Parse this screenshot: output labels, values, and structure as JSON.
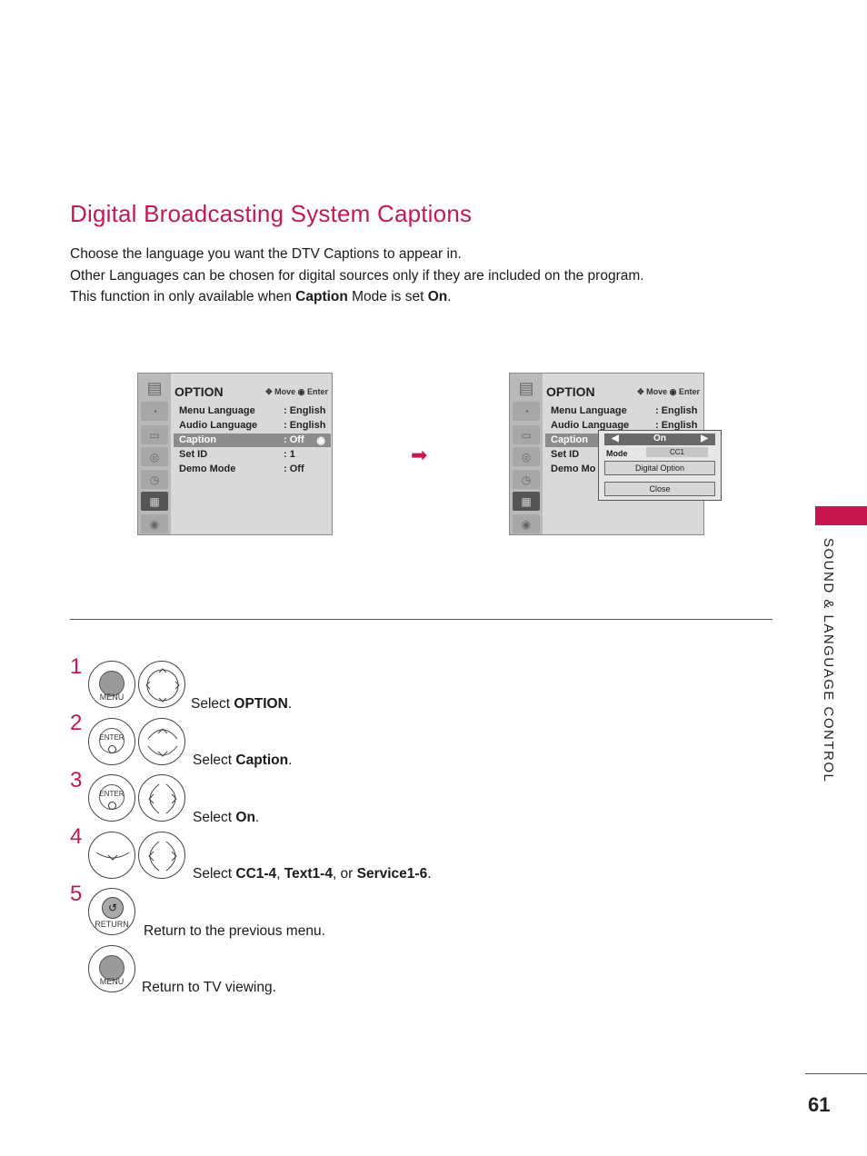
{
  "page": {
    "title": "Digital Broadcasting System Captions",
    "intro": {
      "line1": "Choose the language you want the DTV Captions to appear in.",
      "line2": "Other Languages can be chosen for digital sources only if they are included on the program.",
      "line3_a": "This function in only available when ",
      "line3_b": "Caption",
      "line3_c": " Mode is set ",
      "line3_d": "On",
      "line3_e": "."
    },
    "side_label": "SOUND & LANGUAGE CONTROL",
    "page_number": "61"
  },
  "screen1": {
    "header": "OPTION",
    "nav": "Move  ◉ Enter",
    "rows": [
      {
        "key": "Menu Language",
        "value": ": English"
      },
      {
        "key": "Audio Language",
        "value": ": English"
      },
      {
        "key": "Caption",
        "value": ": Off"
      },
      {
        "key": "Set ID",
        "value": ": 1"
      },
      {
        "key": "Demo Mode",
        "value": ": Off"
      }
    ]
  },
  "screen2": {
    "header": "OPTION",
    "nav": "Move  ◉ Enter",
    "rows": [
      {
        "key": "Menu Language",
        "value": ": English"
      },
      {
        "key": "Audio Language",
        "value": ": English"
      },
      {
        "key": "Caption",
        "value": ""
      },
      {
        "key": "Set ID",
        "value": ""
      },
      {
        "key": "Demo Mo",
        "value": ""
      }
    ],
    "popup": {
      "on_value": "On",
      "mode_label": "Mode",
      "mode_value": "CC1",
      "digital_option": "Digital Option",
      "close": "Close"
    }
  },
  "steps": [
    {
      "num": "1",
      "button": "MENU",
      "text_a": "Select ",
      "text_b": "OPTION",
      "text_c": "."
    },
    {
      "num": "2",
      "button": "ENTER",
      "text_a": "Select ",
      "text_b": "Caption",
      "text_c": "."
    },
    {
      "num": "3",
      "button": "ENTER",
      "text_a": "Select ",
      "text_b": "On",
      "text_c": "."
    },
    {
      "num": "4",
      "button": "",
      "text_a": "Select ",
      "text_b": "CC1-4",
      "text_c": ", ",
      "text_d": "Text1-4",
      "text_e": ", or ",
      "text_f": "Service1-6",
      "text_g": "."
    },
    {
      "num": "5",
      "button": "RETURN",
      "text_a": "Return to the previous menu."
    },
    {
      "num": "",
      "button": "MENU",
      "text_a": "Return to TV viewing."
    }
  ],
  "colors": {
    "accent": "#c8174f",
    "menu_bg": "#d9d9d9",
    "selected_row": "#8c8c8c"
  }
}
